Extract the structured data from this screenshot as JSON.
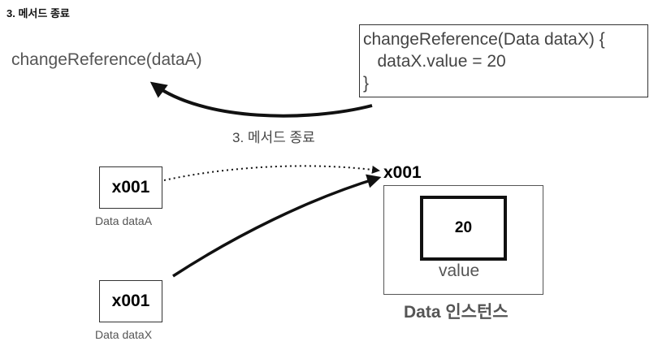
{
  "title": "3. 메서드 종료",
  "caller": {
    "call_text": "changeReference(dataA)"
  },
  "method": {
    "lines": [
      "changeReference(Data dataX) {",
      "   dataX.value = 20",
      "}"
    ]
  },
  "return_arrow_label": "3. 메서드 종료",
  "references": [
    {
      "value": "x001",
      "label": "Data dataA"
    },
    {
      "value": "x001",
      "label": "Data dataX"
    }
  ],
  "instance": {
    "address": "x001",
    "field_value": "20",
    "field_name": "value",
    "caption": "Data 인스턴스"
  }
}
